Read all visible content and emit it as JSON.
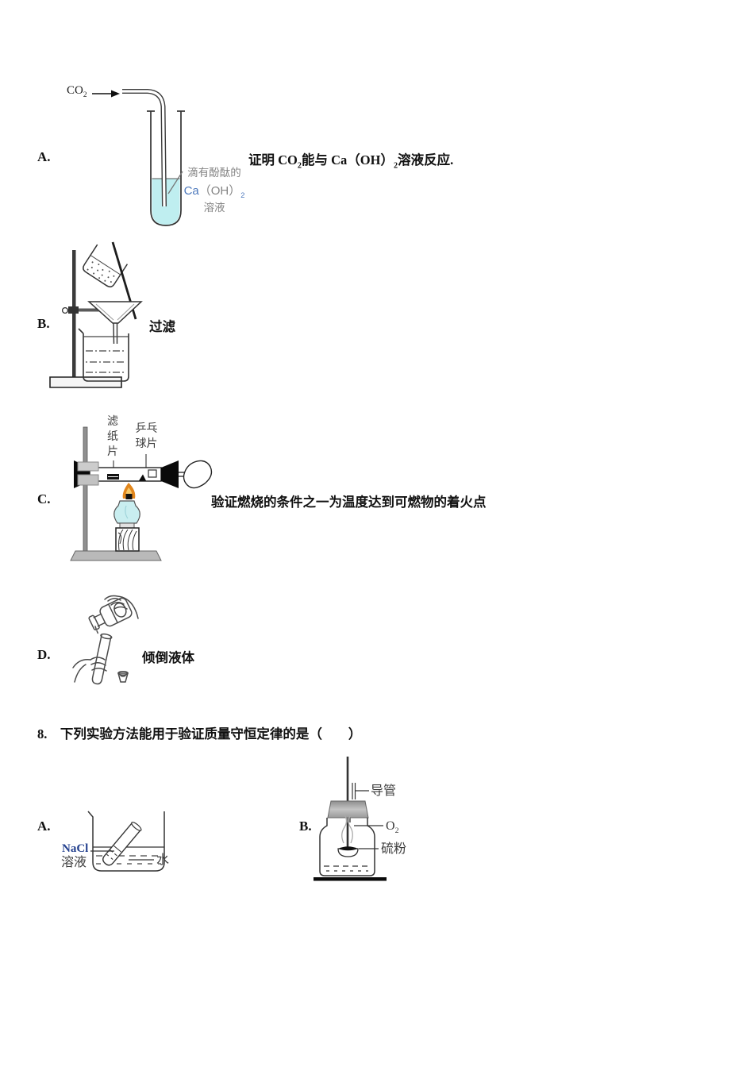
{
  "colors": {
    "liquid_cyan": "#bfeef0",
    "lamp_cyan": "#c9eef0",
    "flame_orange": "#e2861c",
    "flame_inner": "#f5c86a",
    "label_gray": "#848484",
    "accent_blue": "#4d79bd",
    "nacl_navy": "#23408e"
  },
  "sectionA": {
    "letter": "A.",
    "gas": "CO",
    "gas_sub": "2",
    "tube_label_1": "滴有酚酞的",
    "tube_label_ca": "Ca",
    "tube_label_oh": "（OH）",
    "tube_label_sub": "2",
    "tube_label_2": "溶液",
    "desc_1": "证明 CO",
    "desc_sub1": "2",
    "desc_2": "能与 Ca（OH）",
    "desc_sub2": "2",
    "desc_3": "溶液反应."
  },
  "sectionB": {
    "letter": "B.",
    "desc": "过滤"
  },
  "sectionC": {
    "letter": "C.",
    "label_filter_paper": "滤纸片",
    "label_pingpong": "乒乓球片",
    "desc": "验证燃烧的条件之一为温度达到可燃物的着火点"
  },
  "sectionD": {
    "letter": "D.",
    "desc": "倾倒液体"
  },
  "question8": {
    "text": "8.　下列实验方法能用于验证质量守恒定律的是（　　）",
    "optionA": {
      "letter": "A.",
      "label_nacl": "NaCl",
      "label_solution": "溶液",
      "label_water": "水"
    },
    "optionB": {
      "letter": "B.",
      "label_duct": "导管",
      "label_o": "O",
      "label_o_sub": "2",
      "label_sulfur": "硫粉"
    }
  }
}
